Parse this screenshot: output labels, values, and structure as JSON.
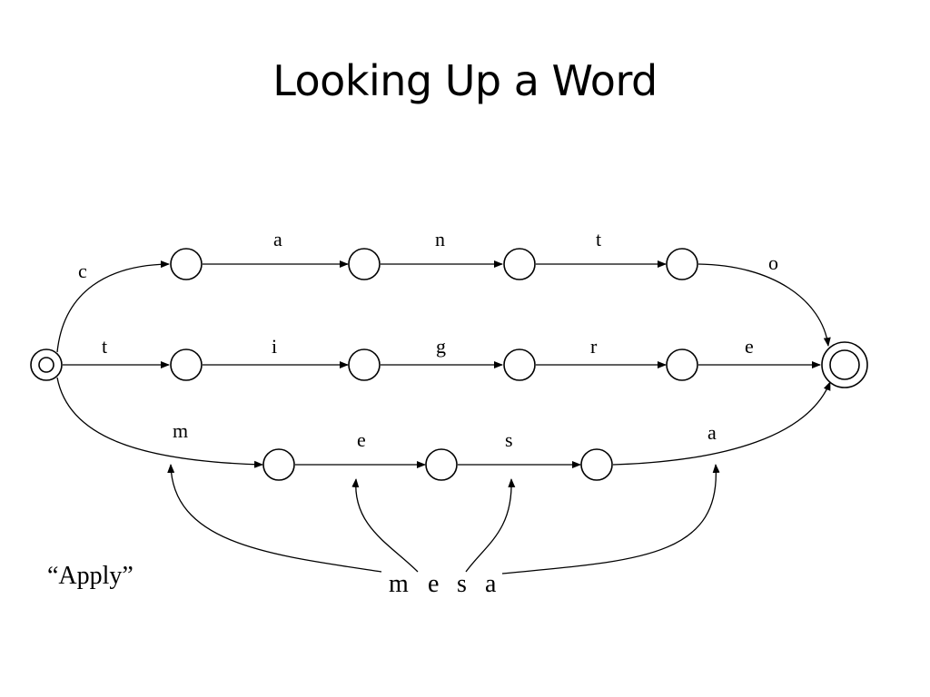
{
  "title": "Looking Up a Word",
  "edges": {
    "c": "c",
    "a1": "a",
    "n": "n",
    "t1": "t",
    "o": "o",
    "t2": "t",
    "i": "i",
    "g": "g",
    "r": "r",
    "e1": "e",
    "m": "m",
    "e2": "e",
    "s": "s",
    "a2": "a"
  },
  "apply_label": "“Apply”",
  "input": {
    "chars": [
      "m",
      "e",
      "s",
      "a"
    ]
  }
}
